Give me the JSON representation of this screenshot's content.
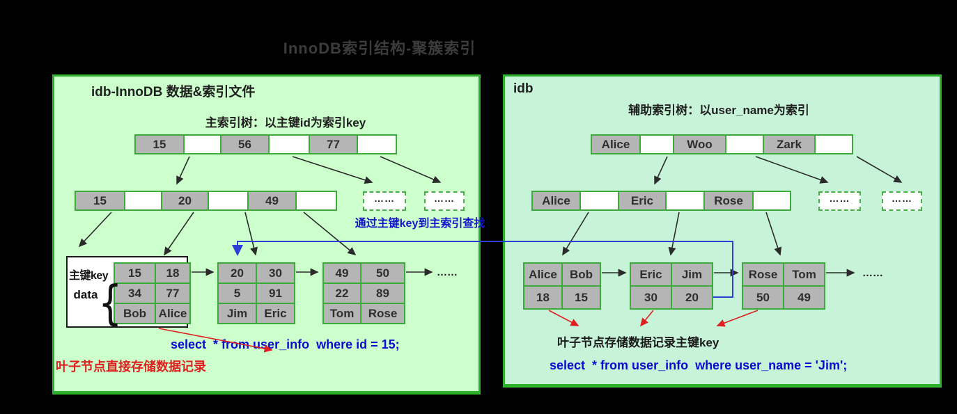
{
  "page": {
    "title": "InnoDB索引结构-聚簇索引"
  },
  "colors": {
    "left_panel_bg": "#ccffcc",
    "right_panel_bg": "#c7f3d9",
    "panel_border_green": "#2eb22e",
    "cell_gray": "#b5b5b5",
    "sql_blue": "#0b0bcf",
    "note_red": "#e02020",
    "connector_blue": "#2b3fd4"
  },
  "left_panel": {
    "title": "idb-InnoDB 数据&索引文件",
    "subtitle": "主索引树：以主键id为索引key",
    "level1": [
      "15",
      "",
      "56",
      "",
      "77",
      ""
    ],
    "level2": [
      "15",
      "",
      "20",
      "",
      "49",
      ""
    ],
    "level2_more": [
      "……",
      "……"
    ],
    "leaf_label": {
      "key": "主键key",
      "data": "data",
      "brace": "{"
    },
    "leaves": [
      {
        "rows": [
          [
            "15",
            "18"
          ],
          [
            "34",
            "77"
          ],
          [
            "Bob",
            "Alice"
          ]
        ]
      },
      {
        "rows": [
          [
            "20",
            "30"
          ],
          [
            "5",
            "91"
          ],
          [
            "Jim",
            "Eric"
          ]
        ]
      },
      {
        "rows": [
          [
            "49",
            "50"
          ],
          [
            "22",
            "89"
          ],
          [
            "Tom",
            "Rose"
          ]
        ]
      }
    ],
    "leaf_more": "……",
    "hint_blue": "通过主键key到主索引查找",
    "sql": "select  * from user_info  where id = 15;",
    "note_red": "叶子节点直接存储数据记录"
  },
  "right_panel": {
    "title": "idb",
    "subtitle": "辅助索引树：以user_name为索引",
    "level1": [
      "Alice",
      "",
      "Woo",
      "",
      "Zark",
      ""
    ],
    "level2": [
      "Alice",
      "",
      "Eric",
      "",
      "Rose",
      ""
    ],
    "level2_more": [
      "……",
      "……"
    ],
    "leaves": [
      {
        "rows": [
          [
            "Alice",
            "Bob"
          ],
          [
            "18",
            "15"
          ]
        ]
      },
      {
        "rows": [
          [
            "Eric",
            "Jim"
          ],
          [
            "30",
            "20"
          ]
        ]
      },
      {
        "rows": [
          [
            "Rose",
            "Tom"
          ],
          [
            "50",
            "49"
          ]
        ]
      }
    ],
    "leaf_more": "……",
    "note_black": "叶子节点存储数据记录主键key",
    "sql": "select  * from user_info  where user_name = 'Jim';"
  }
}
